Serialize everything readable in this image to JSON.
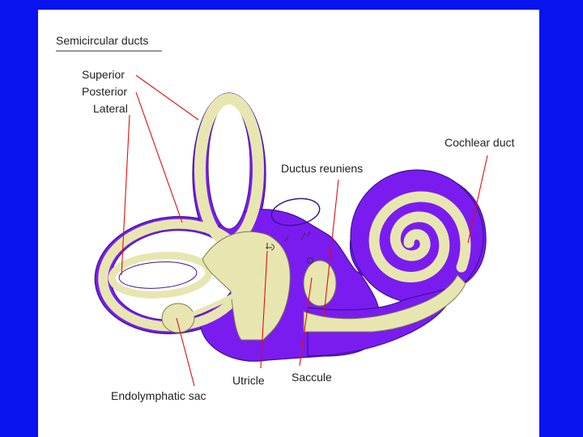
{
  "slide": {
    "background_color": "#0a14f0",
    "panel_color": "#ffffff"
  },
  "diagram": {
    "colors": {
      "membranous_wall": "#7a1cf0",
      "endolymph": "#e8e6b0",
      "leader_lines": "#e01010",
      "label_text": "#222222"
    },
    "labels": {
      "heading": "Semicircular ducts",
      "superior": "Superior",
      "posterior": "Posterior",
      "lateral": "Lateral",
      "cochlear_duct": "Cochlear duct",
      "ductus_reuniens": "Ductus reuniens",
      "utricle": "Utricle",
      "saccule": "Saccule",
      "endolymphatic_sac": "Endolymphatic sac"
    }
  }
}
